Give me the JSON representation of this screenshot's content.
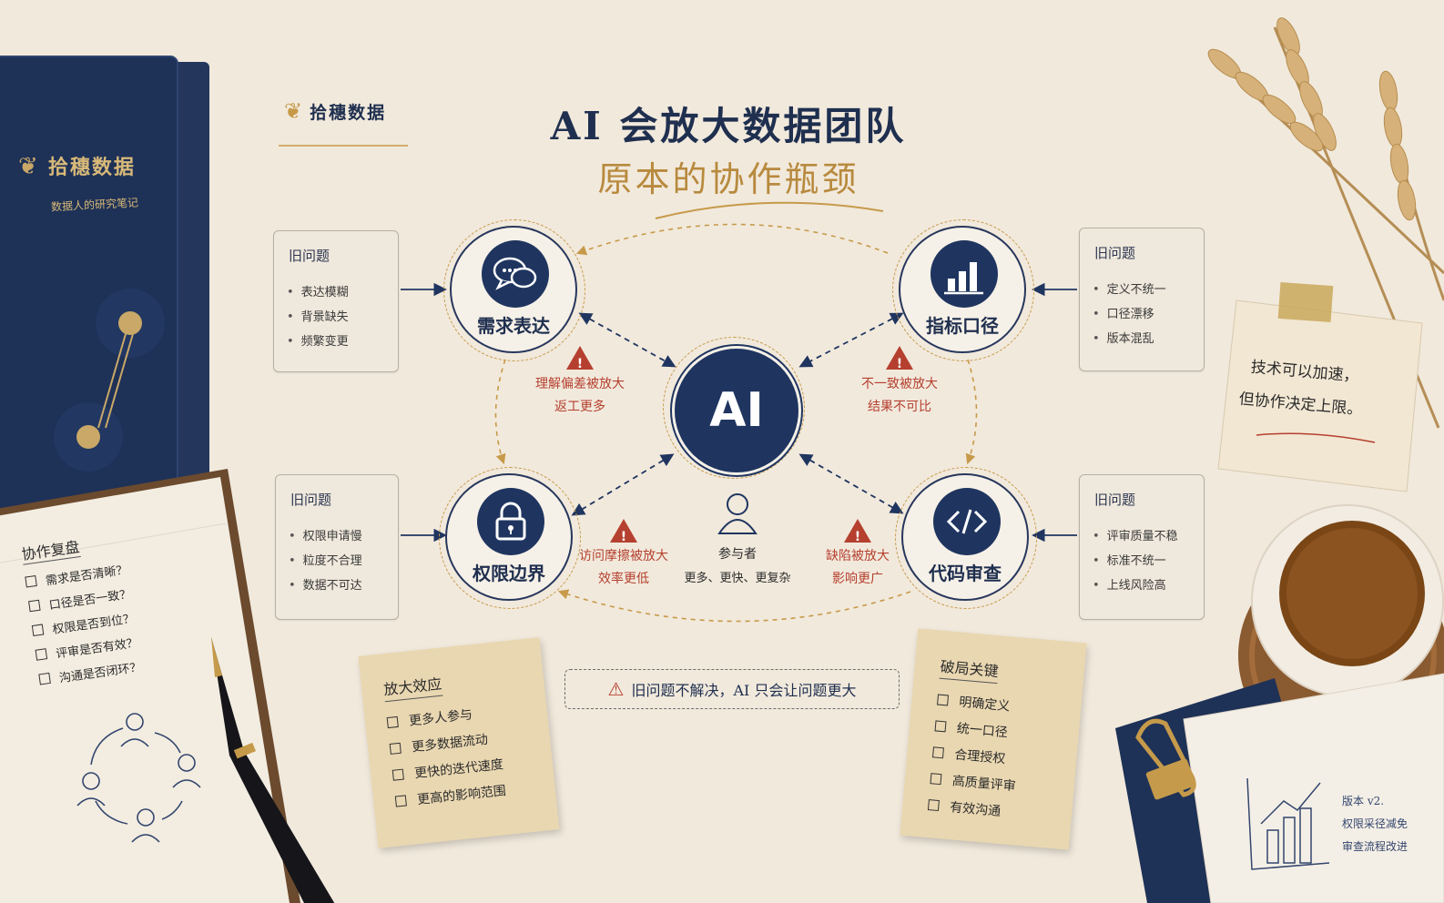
{
  "brand": {
    "name": "拾穗数据",
    "tagline": "数据人的研究笔记"
  },
  "title": {
    "line1": "AI 会放大数据团队",
    "line2": "原本的协作瓶颈"
  },
  "center": {
    "label": "AI",
    "participant_title": "参与者",
    "participant_text": "更多、更快、更复杂"
  },
  "nodes": [
    {
      "label": "需求表达",
      "icon": "chat-bubbles-icon"
    },
    {
      "label": "指标口径",
      "icon": "bar-chart-icon"
    },
    {
      "label": "权限边界",
      "icon": "lock-icon"
    },
    {
      "label": "代码审查",
      "icon": "code-brackets-icon"
    }
  ],
  "issue_boxes": [
    {
      "title": "旧问题",
      "items": [
        "表达模糊",
        "背景缺失",
        "频繁变更"
      ]
    },
    {
      "title": "旧问题",
      "items": [
        "定义不统一",
        "口径漂移",
        "版本混乱"
      ]
    },
    {
      "title": "旧问题",
      "items": [
        "权限申请慢",
        "粒度不合理",
        "数据不可达"
      ]
    },
    {
      "title": "旧问题",
      "items": [
        "评审质量不稳",
        "标准不统一",
        "上线风险高"
      ]
    }
  ],
  "warnings": [
    {
      "line1": "理解偏差被放大",
      "line2": "返工更多"
    },
    {
      "line1": "不一致被放大",
      "line2": "结果不可比"
    },
    {
      "line1": "访问摩擦被放大",
      "line2": "效率更低"
    },
    {
      "line1": "缺陷被放大",
      "line2": "影响更广"
    }
  ],
  "bottom_banner": "旧问题不解决，AI 只会让问题更大",
  "amplify_note": {
    "title": "放大效应",
    "items": [
      "更多人参与",
      "更多数据流动",
      "更快的迭代速度",
      "更高的影响范围"
    ]
  },
  "breakthrough_note": {
    "title": "破局关键",
    "items": [
      "明确定义",
      "统一口径",
      "合理授权",
      "高质量评审",
      "有效沟通"
    ]
  },
  "quote_note": {
    "line1": "技术可以加速，",
    "line2": "但协作决定上限。"
  },
  "notebook": {
    "title": "协作复盘",
    "items": [
      "需求是否清晰？",
      "口径是否一致？",
      "权限是否到位？",
      "评审是否有效？",
      "沟通是否闭环？"
    ]
  },
  "paper_notes": [
    "版本 v2.",
    "权限采径减免",
    "审查流程改进"
  ],
  "colors": {
    "navy": "#1f3560",
    "gold": "#c79a4a",
    "warning_red": "#b5402f",
    "paper": "#f1e9dc",
    "sticky": "#e9d7b1"
  }
}
